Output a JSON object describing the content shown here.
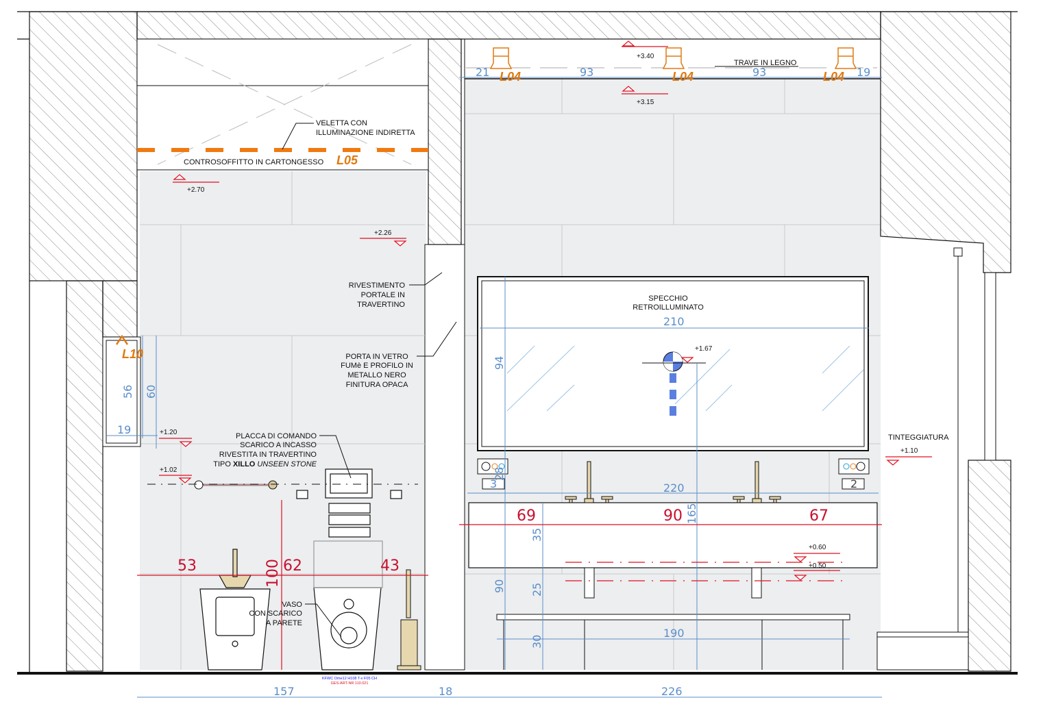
{
  "labels": {
    "veletta": [
      "VELETTA CON",
      "ILLUMINAZIONE INDIRETTA"
    ],
    "controsoffitto": "CONTROSOFFITTO IN CARTONGESSO",
    "trave": "TRAVE IN LEGNO",
    "rivestimento": [
      "RIVESTIMENTO",
      "PORTALE IN",
      "TRAVERTINO"
    ],
    "porta": [
      "PORTA IN VETRO",
      "FUMè E PROFILO IN",
      "METALLO NERO",
      "FINITURA OPACA"
    ],
    "placca": [
      "PLACCA DI COMANDO",
      "SCARICO A INCASSO",
      "RIVESTITA IN TRAVERTINO"
    ],
    "placca_tipo": {
      "prefix": "TIPO ",
      "brand": "XILLO",
      "model": " UNSEEN STONE"
    },
    "specchio": [
      "SPECCHIO",
      "RETROILLUMINATO"
    ],
    "tinteggiatura": "TINTEGGIATURA",
    "vaso": [
      "VASO",
      "CON SCARICO",
      "A PARETE"
    ],
    "stamp": [
      "KFWC Ome12 H108 T-v F05 CH",
      "GES-ART-NR 110.021"
    ]
  },
  "lights": {
    "l04": "L04",
    "l05": "L05",
    "l10": "L10"
  },
  "levels": {
    "l340": "+3.40",
    "l315": "+3.15",
    "l270": "+2.70",
    "l226": "+2.26",
    "l167": "+1.67",
    "l120": "+1.20",
    "l110": "+1.10",
    "l102": "+1.02",
    "l060": "+0.60",
    "l050": "+0.50"
  },
  "dims_blue": {
    "d21": "21",
    "d93a": "93",
    "d93b": "93",
    "d19top": "19",
    "d56": "56",
    "d60": "60",
    "d19": "19",
    "d210": "210",
    "d94": "94",
    "d28": "28",
    "d220": "220",
    "d165": "165",
    "d35": "35",
    "d90": "90",
    "d25": "25",
    "d30": "30",
    "d190": "190",
    "d157": "157",
    "d18": "18",
    "d226": "226"
  },
  "dims_red": {
    "d53": "53",
    "d62": "62",
    "d43": "43",
    "d100": "100",
    "d69": "69",
    "d90r": "90",
    "d67": "67"
  },
  "tags": {
    "t3": "3",
    "t2": "2"
  },
  "colors": {
    "wall": "#eceef0",
    "orange": "#e07a10",
    "red": "#c8102e",
    "blue": "#5b8ec9"
  }
}
